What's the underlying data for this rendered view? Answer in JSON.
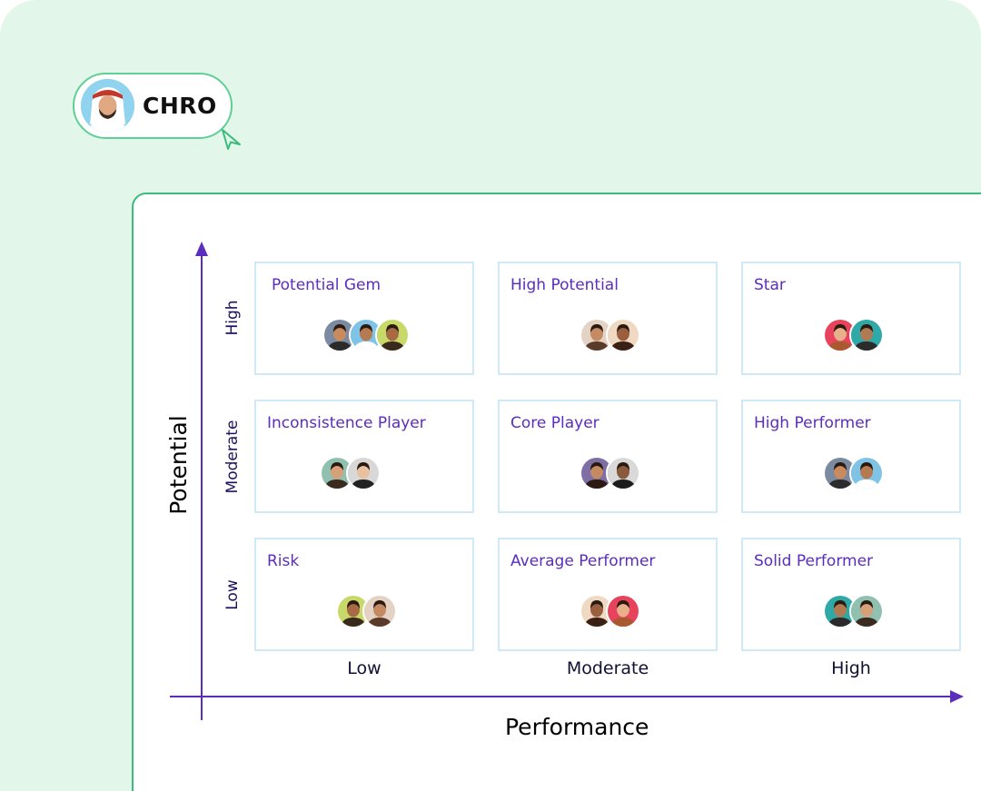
{
  "badge": {
    "label": "CHRO"
  },
  "colors": {
    "accent": "#5b2dbd",
    "panel": "#e2f7ea",
    "border_green": "#3dbb7a",
    "axis": "#5b2dbd"
  },
  "chart_data": {
    "type": "table",
    "x_axis": {
      "label": "Performance",
      "ticks": [
        "Low",
        "Moderate",
        "High"
      ]
    },
    "y_axis": {
      "label": "Potential",
      "ticks": [
        "Low",
        "Moderate",
        "High"
      ]
    },
    "cells": [
      {
        "performance": "Low",
        "potential": "High",
        "title": "Potential Gem",
        "people": 3
      },
      {
        "performance": "Moderate",
        "potential": "High",
        "title": "High Potential",
        "people": 2
      },
      {
        "performance": "High",
        "potential": "High",
        "title": "Star",
        "people": 2
      },
      {
        "performance": "Low",
        "potential": "Moderate",
        "title": "Inconsistence Player",
        "people": 2
      },
      {
        "performance": "Moderate",
        "potential": "Moderate",
        "title": "Core Player",
        "people": 2
      },
      {
        "performance": "High",
        "potential": "Moderate",
        "title": "High Performer",
        "people": 2
      },
      {
        "performance": "Low",
        "potential": "Low",
        "title": "Risk",
        "people": 2
      },
      {
        "performance": "Moderate",
        "potential": "Low",
        "title": "Average Performer",
        "people": 2
      },
      {
        "performance": "High",
        "potential": "Low",
        "title": "Solid Performer",
        "people": 2
      }
    ]
  }
}
